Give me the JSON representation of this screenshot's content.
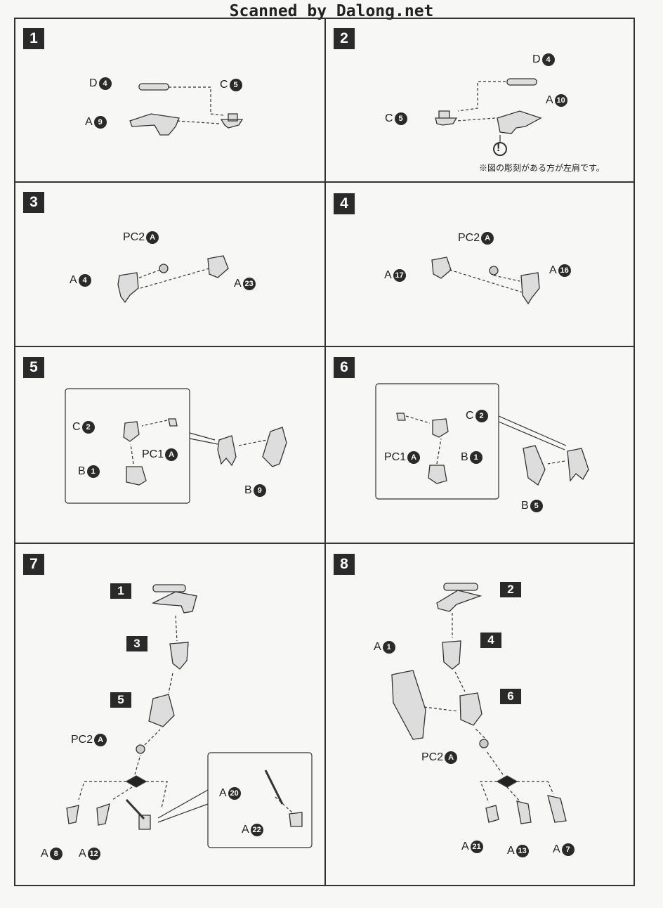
{
  "header": {
    "title": "Scanned by Dalong.net"
  },
  "steps": [
    {
      "num": "1",
      "labels": [
        "D",
        "C",
        "A"
      ],
      "numbers": [
        "4",
        "5",
        "9"
      ]
    },
    {
      "num": "2",
      "labels": [
        "D",
        "C",
        "A"
      ],
      "numbers": [
        "4",
        "5",
        "10"
      ],
      "note": "※図の彫刻がある方が左肩です。",
      "warn": "!"
    },
    {
      "num": "3",
      "labels": [
        "PC2",
        "A",
        "A"
      ],
      "numbers": [
        "A",
        "4",
        "23"
      ]
    },
    {
      "num": "4",
      "labels": [
        "PC2",
        "A",
        "A"
      ],
      "numbers": [
        "A",
        "17",
        "16"
      ]
    },
    {
      "num": "5",
      "labels": [
        "C",
        "PC1",
        "B",
        "B"
      ],
      "numbers": [
        "2",
        "A",
        "1",
        "9"
      ]
    },
    {
      "num": "6",
      "labels": [
        "C",
        "PC1",
        "B",
        "B"
      ],
      "numbers": [
        "2",
        "A",
        "1",
        "5"
      ]
    },
    {
      "num": "7",
      "subs": [
        "1",
        "3",
        "5"
      ],
      "labels": [
        "PC2",
        "A",
        "A",
        "A",
        "A"
      ],
      "numbers": [
        "A",
        "20",
        "22",
        "8",
        "12"
      ]
    },
    {
      "num": "8",
      "subs": [
        "2",
        "4",
        "6"
      ],
      "labels": [
        "A",
        "PC2",
        "A",
        "A",
        "A"
      ],
      "numbers": [
        "1",
        "A",
        "21",
        "13",
        "7"
      ]
    }
  ]
}
